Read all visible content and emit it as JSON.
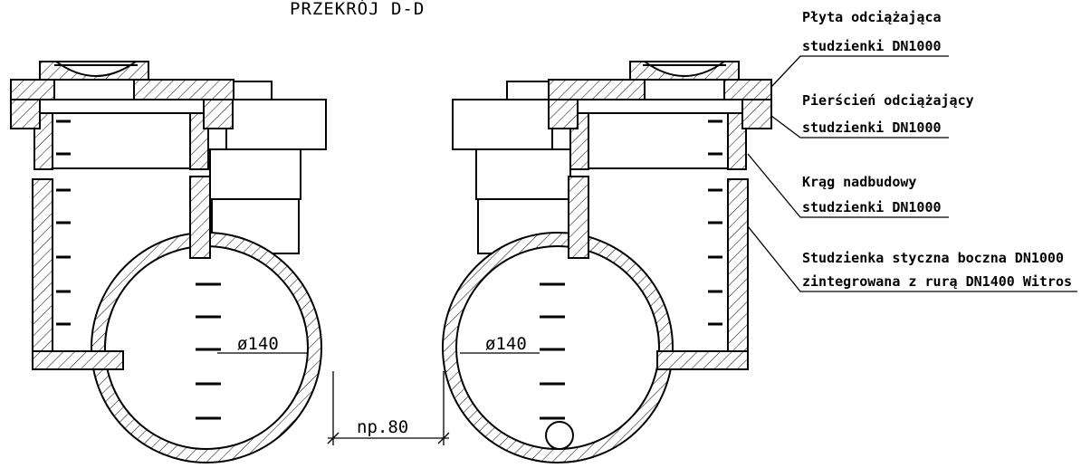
{
  "title": "PRZEKRÓJ D-D",
  "dimensions": {
    "diameter_left": "ø140",
    "diameter_right": "ø140",
    "spacing": "np.80"
  },
  "labels": [
    {
      "id": "plyta",
      "line1": "Płyta odciążająca",
      "line2": "studzienki DN1000"
    },
    {
      "id": "pierscien",
      "line1": "Pierścień odciążający",
      "line2": "studzienki DN1000"
    },
    {
      "id": "krag",
      "line1": "Krąg nadbudowy",
      "line2": "studzienki DN1000"
    },
    {
      "id": "studzienka",
      "line1": "Studzienka styczna boczna DN1000",
      "line2": "zintegrowana z rurą DN1400 Witros"
    }
  ]
}
